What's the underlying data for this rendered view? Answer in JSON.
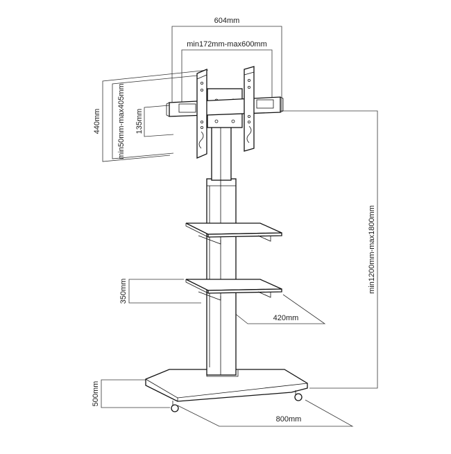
{
  "diagram": {
    "labels": {
      "width_total": "604mm",
      "vesa_horizontal": "min172mm-max600mm",
      "height_total": "440mm",
      "vesa_vertical": "min50mm-max405mm",
      "bracket_offset": "135mm",
      "shelf_spacing": "350mm",
      "shelf_depth": "420mm",
      "mount_height": "min1200mm-max1800mm",
      "base_depth": "500mm",
      "base_width": "800mm"
    }
  }
}
